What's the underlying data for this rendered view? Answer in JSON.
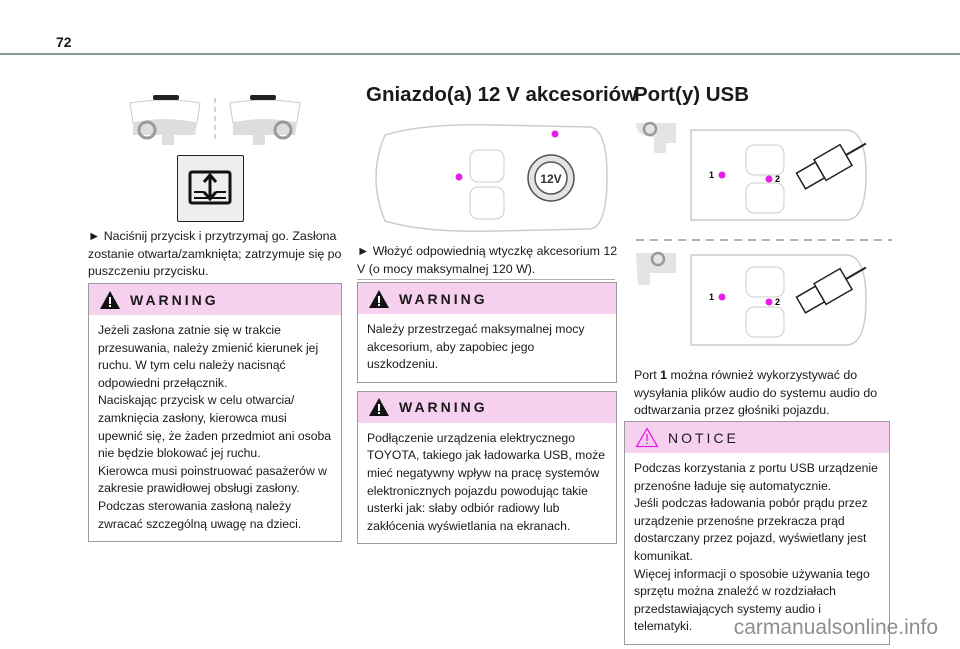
{
  "page_number": "72",
  "col1": {
    "instruction": "► Naciśnij przycisk i przytrzymaj go. Zasłona zostanie otwarta/zamknięta; zatrzymuje się po puszczeniu przycisku.",
    "warning": {
      "title": "WARNING",
      "lines": [
        "Jeżeli zasłona zatnie się w trakcie przesuwania, należy zmienić kierunek jej ruchu. W tym celu należy nacisnąć odpowiedni przełącznik.",
        "Naciskając przycisk w celu otwarcia/ zamknięcia zasłony, kierowca musi upewnić się, że żaden przedmiot ani osoba nie będzie blokować jej ruchu.",
        "Kierowca musi poinstruować pasażerów w zakresie prawidłowej obsługi zasłony.",
        "Podczas sterowania zasłoną należy zwracać szczególną uwagę na dzieci."
      ]
    }
  },
  "col2": {
    "title": "Gniazdo(a) 12 V akcesoriów",
    "socket_label": "12V",
    "instruction": "► Włożyć odpowiednią wtyczkę akcesorium 12 V (o mocy maksymalnej 120 W).",
    "warning1": {
      "title": "WARNING",
      "text": "Należy przestrzegać maksymalnej mocy akcesorium, aby zapobiec jego uszkodzeniu."
    },
    "warning2": {
      "title": "WARNING",
      "text": "Podłączenie urządzenia elektrycznego TOYOTA, takiego jak ładowarka USB, może mieć negatywny wpływ na pracę systemów elektronicznych pojazdu powodując takie usterki jak: słaby odbiór radiowy lub zakłócenia wyświetlania na ekranach."
    }
  },
  "col3": {
    "title": "Port(y) USB",
    "port_labels": [
      "1",
      "2"
    ],
    "text_prefix": "Port ",
    "text_bold": "1",
    "text_rest": " można również wykorzystywać do wysyłania plików audio do systemu audio do odtwarzania przez głośniki pojazdu.",
    "notice": {
      "title": "NOTICE",
      "lines": [
        "Podczas korzystania z portu USB urządzenie przenośne ładuje się automatycznie.",
        "Jeśli podczas ładowania pobór prądu przez urządzenie przenośne przekracza prąd dostarczany przez pojazd, wyświetlany jest komunikat.",
        "Więcej informacji o sposobie używania tego sprzętu można znaleźć w rozdziałach przedstawiających systemy audio i telematyki."
      ]
    }
  },
  "watermark": "carmanualsonline.info",
  "colors": {
    "pink_header": "#f6d0ef",
    "magenta": "#e61ee6",
    "rule": "#8f9a9a"
  }
}
